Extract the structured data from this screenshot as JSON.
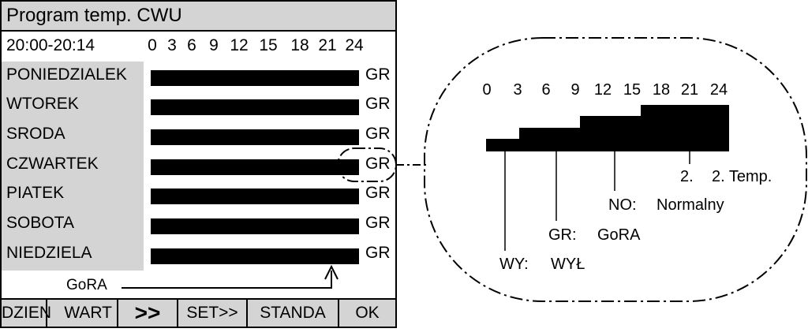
{
  "screen": {
    "title": "Program temp. CWU",
    "time_range": "20:00-20:14",
    "hours": [
      "0",
      "3",
      "6",
      "9",
      "12",
      "15",
      "18",
      "21",
      "24"
    ],
    "days": [
      {
        "label": "PONIEDZIALEK",
        "tag": "GR"
      },
      {
        "label": "WTOREK",
        "tag": "GR"
      },
      {
        "label": "SRODA",
        "tag": "GR"
      },
      {
        "label": "CZWARTEK",
        "tag": "GR"
      },
      {
        "label": "PIATEK",
        "tag": "GR"
      },
      {
        "label": "SOBOTA",
        "tag": "GR"
      },
      {
        "label": "NIEDZIELA",
        "tag": "GR"
      }
    ],
    "gora_label": "GoRA",
    "softkeys": [
      "DZIEN",
      "WART",
      ">>",
      "SET>>",
      "STANDA",
      "OK"
    ]
  },
  "zoom": {
    "hours": [
      "0",
      "3",
      "6",
      "9",
      "12",
      "15",
      "18",
      "21",
      "24"
    ],
    "legend": [
      {
        "code": "2.",
        "desc": "2. Temp."
      },
      {
        "code": "NO:",
        "desc": "Normalny"
      },
      {
        "code": "GR:",
        "desc": "GoRA"
      },
      {
        "code": "WY:",
        "desc": "WYŁ"
      }
    ]
  }
}
